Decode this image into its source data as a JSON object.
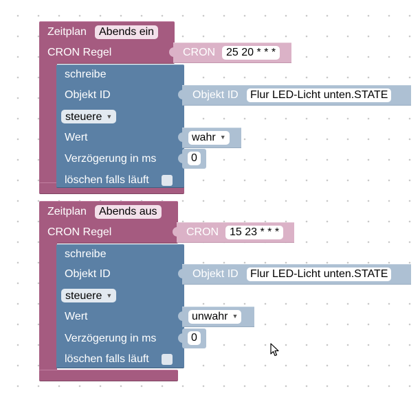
{
  "blocks": [
    {
      "schedule_label": "Zeitplan",
      "schedule_name": "Abends ein",
      "cron_rule_label": "CRON Regel",
      "cron_label": "CRON",
      "cron_value": "25 20 * * *",
      "write": {
        "title": "schreibe",
        "object_id_label": "Objekt ID",
        "object_id_block_label": "Objekt ID",
        "object_id_value": "Flur LED-Licht unten.STATE",
        "mode_dropdown": "steuere",
        "value_label": "Wert",
        "value_dropdown": "wahr",
        "delay_label": "Verzögerung in ms",
        "delay_value": "0",
        "clear_label": "löschen falls läuft"
      }
    },
    {
      "schedule_label": "Zeitplan",
      "schedule_name": "Abends aus",
      "cron_rule_label": "CRON Regel",
      "cron_label": "CRON",
      "cron_value": "15 23 * * *",
      "write": {
        "title": "schreibe",
        "object_id_label": "Objekt ID",
        "object_id_block_label": "Objekt ID",
        "object_id_value": "Flur LED-Licht unten.STATE",
        "mode_dropdown": "steuere",
        "value_label": "Wert",
        "value_dropdown": "unwahr",
        "delay_label": "Verzögerung in ms",
        "delay_value": "0",
        "clear_label": "löschen falls läuft"
      }
    }
  ],
  "colors": {
    "schedule_block": "#a55b80",
    "cron_block": "#dbb2c7",
    "write_block": "#5b80a5",
    "object_block": "#adc0d3",
    "workspace": "#ffffff"
  },
  "icons": {
    "dropdown_caret": "triangle-down",
    "cursor": "arrow-pointer"
  }
}
